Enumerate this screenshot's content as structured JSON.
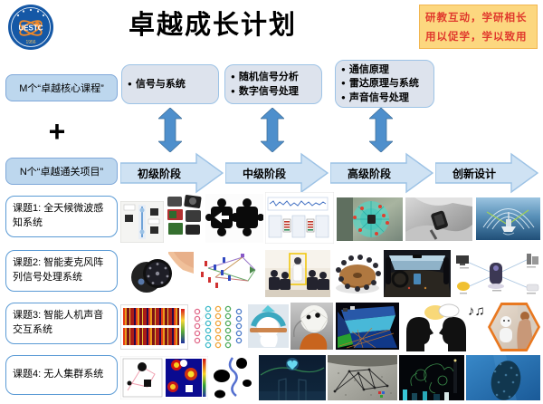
{
  "header": {
    "logo": {
      "abbr": "UESTC",
      "year": "1956"
    },
    "title": "卓越成长计划",
    "slogan": {
      "line1": "研教互动，学研相长",
      "line2": "用以促学，学以致用"
    }
  },
  "formula": {
    "core_courses": "M个“卓越核心课程”",
    "plus": "+",
    "gate_projects": "N个“卓越通关项目”"
  },
  "courses": {
    "box1": {
      "item1": "信号与系统"
    },
    "box2": {
      "item1": "随机信号分析",
      "item2": "数字信号处理"
    },
    "box3": {
      "item1": "通信原理",
      "item2": "雷达原理与系统",
      "item3": "声音信号处理"
    }
  },
  "stages": [
    "初级阶段",
    "中级阶段",
    "高级阶段",
    "创新设计"
  ],
  "projects": [
    {
      "label": "课题1: 全天候微波感知系统"
    },
    {
      "label": "课题2: 智能麦克风阵列信号处理系统"
    },
    {
      "label": "课题3: 智能人机声音交互系统"
    },
    {
      "label": "课题4: 无人集群系统"
    }
  ],
  "decorations": {
    "music_notes": "♪♫"
  },
  "colors": {
    "accent_blue": "#5b9bd5",
    "stage_arrow_fill": "#cfe2f3",
    "stage_arrow_border": "#9cc2e5",
    "double_arrow": "#4e8fcc",
    "formula_box_fill": "#bdd7ee",
    "course_box_fill": "#dde3ed",
    "slogan_bg": "#fcd77f",
    "slogan_text": "#e0382c"
  }
}
